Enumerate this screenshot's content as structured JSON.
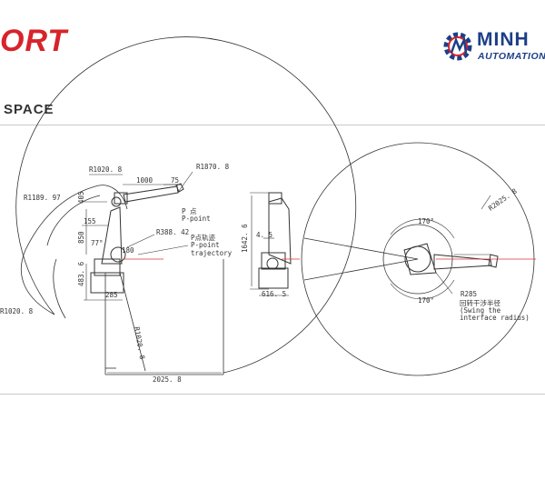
{
  "header": {
    "brand_fragment": "ORT",
    "logo_name": "MINH",
    "logo_tagline": "AUTOMATION",
    "section_title": "SPACE"
  },
  "colors": {
    "brand_red": "#d8232a",
    "logo_blue": "#1d3f88",
    "line": "#333333",
    "axis_red": "#e03030"
  },
  "side_view": {
    "r_top": "R1020. 8",
    "r_outer": "R1870. 8",
    "dim_1000": "1000",
    "dim_75": "75",
    "r_inner": "R1189. 97",
    "p_point_cn": "P 点",
    "p_point": "P-point",
    "dim_155": "155",
    "dim_850": "850",
    "dim_r388": "R388. 42",
    "traj_cn": "P点轨迹",
    "traj_1": "P-point",
    "traj_2": "trajectory",
    "angle_77": "77°",
    "angle_180": "180",
    "dim_483": "483. 6",
    "dim_285": "285",
    "r_bottom_left": "R1020. 8",
    "r_vertical": "R1020. 8",
    "dim_2025": "2025. 8",
    "dim_405": "405"
  },
  "front_view": {
    "dim_height": "1642. 6",
    "dim_45": "4. 5",
    "dim_width": "616. 5"
  },
  "top_view": {
    "r_outer": "R2025. 8",
    "angle_top": "170°",
    "angle_bottom": "170°",
    "r_swing": "R285",
    "swing_cn": "回转干涉半径",
    "swing_1": "(Swing the",
    "swing_2": "interface radius)"
  }
}
